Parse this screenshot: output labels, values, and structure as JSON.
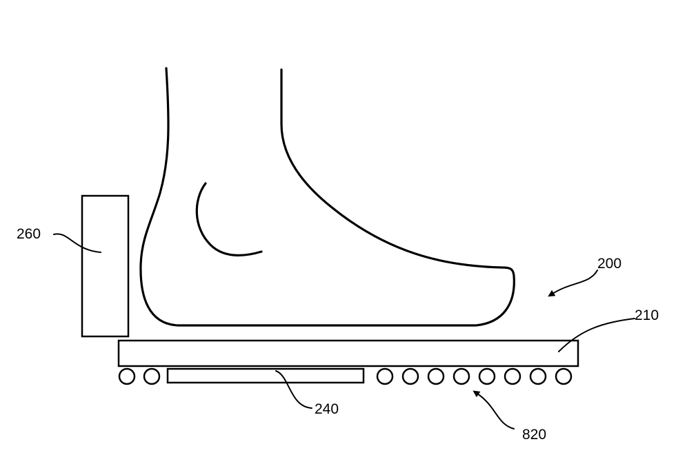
{
  "figure": {
    "labels": {
      "device": "200",
      "plate": "210",
      "sensor": "240",
      "block": "260",
      "rollers": "820"
    },
    "roller_count_left": 2,
    "roller_count_right": 8
  }
}
